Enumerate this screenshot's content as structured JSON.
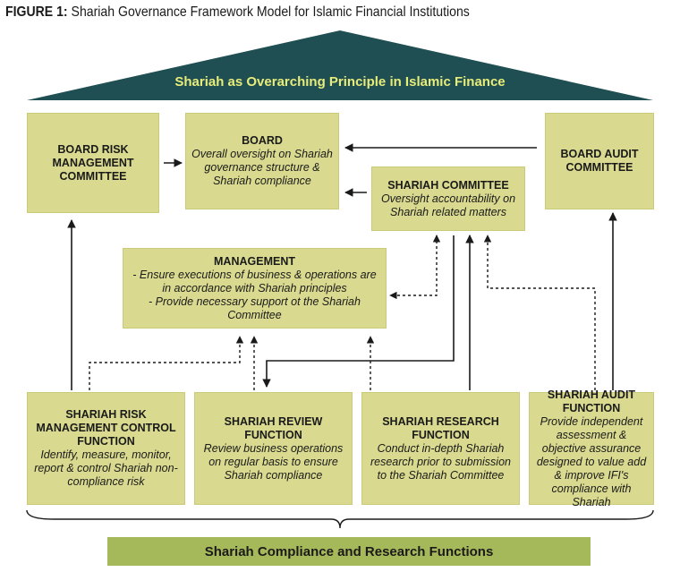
{
  "figure": {
    "label": "FIGURE 1:",
    "title": "Shariah Governance Framework Model for Islamic Financial Institutions"
  },
  "roof": {
    "label": "Shariah as Overarching Principle in Islamic Finance"
  },
  "boxes": {
    "board_risk": {
      "head": "BOARD RISK MANAGEMENT COMMITTEE"
    },
    "board": {
      "head": "BOARD",
      "desc": "Overall oversight on Shariah governance structure & Shariah compliance"
    },
    "board_audit": {
      "head": "BOARD AUDIT COMMITTEE"
    },
    "shariah_committee": {
      "head": "SHARIAH COMMITTEE",
      "desc": "Oversight accountability on Shariah related matters"
    },
    "management": {
      "head": "MANAGEMENT",
      "line1": "- Ensure executions of business & operations are in accordance with Shariah principles",
      "line2": "- Provide necessary support ot the Shariah Committee"
    },
    "risk_control": {
      "head": "SHARIAH RISK MANAGEMENT CONTROL FUNCTION",
      "desc": "Identify, measure, monitor, report & control Shariah non-compliance risk"
    },
    "review": {
      "head": "SHARIAH REVIEW FUNCTION",
      "desc": "Review business operations on regular basis to ensure Shariah compliance"
    },
    "research": {
      "head": "SHARIAH RESEARCH FUNCTION",
      "desc": "Conduct in-depth Shariah research prior to submission to the Shariah Committee"
    },
    "audit": {
      "head": "SHARIAH AUDIT FUNCTION",
      "desc": "Provide independent assessment & objective assurance designed to value add & improve IFI's compliance with Shariah"
    }
  },
  "bottom": {
    "label": "Shariah Compliance and Research Functions"
  },
  "colors": {
    "roof": "#1f4f52",
    "box": "#d9da8f",
    "band": "#a6b95a",
    "roof_text": "#e8ec7a"
  }
}
